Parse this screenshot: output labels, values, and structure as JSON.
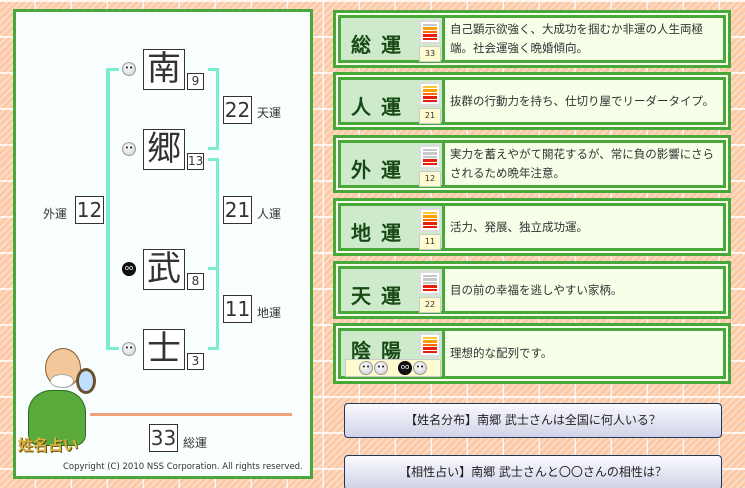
{
  "name_chart": {
    "chars": [
      {
        "kanji": "南",
        "strokes": "9",
        "polarity": "light"
      },
      {
        "kanji": "郷",
        "strokes": "13",
        "polarity": "light"
      },
      {
        "kanji": "武",
        "strokes": "8",
        "polarity": "dark"
      },
      {
        "kanji": "士",
        "strokes": "3",
        "polarity": "light"
      }
    ],
    "tenun": {
      "value": "22",
      "label": "天運"
    },
    "jinun": {
      "value": "21",
      "label": "人運"
    },
    "chiun": {
      "value": "11",
      "label": "地運"
    },
    "gaiun": {
      "value": "12",
      "label": "外運"
    },
    "souun": {
      "value": "33",
      "label": "総運"
    },
    "logo": "姓名占い",
    "copyright": "Copyright (C) 2010 NSS Corporation. All rights reserved."
  },
  "cards": [
    {
      "name": "総運",
      "score": "33",
      "level": 4,
      "text": "自己顕示欲強く、大成功を掴むか非運の人生両極端。社会運強く晩婚傾向。"
    },
    {
      "name": "人運",
      "score": "21",
      "level": 5,
      "text": "抜群の行動力を持ち、仕切り屋でリーダータイプ。"
    },
    {
      "name": "外運",
      "score": "12",
      "level": 2,
      "text": "実力を蓄えやがて開花するが、常に負の影響にさらされるため晩年注意。"
    },
    {
      "name": "地運",
      "score": "11",
      "level": 5,
      "text": "活力、発展、独立成功運。"
    },
    {
      "name": "天運",
      "score": "22",
      "level": 2,
      "text": "目の前の幸福を逃しやすい家柄。"
    },
    {
      "name": "陰陽",
      "level": 5,
      "text": "理想的な配列です。"
    }
  ],
  "buttons": [
    "【姓名分布】南郷 武士さんは全国に何人いる？",
    "【相性占い】南郷 武士さんと〇〇さんの相性は？"
  ],
  "colors": {
    "border": "#48a83a",
    "bar_levels": [
      "#e8200a",
      "#e8200a",
      "#ff6a00",
      "#ffa000",
      "#ffc830"
    ]
  }
}
